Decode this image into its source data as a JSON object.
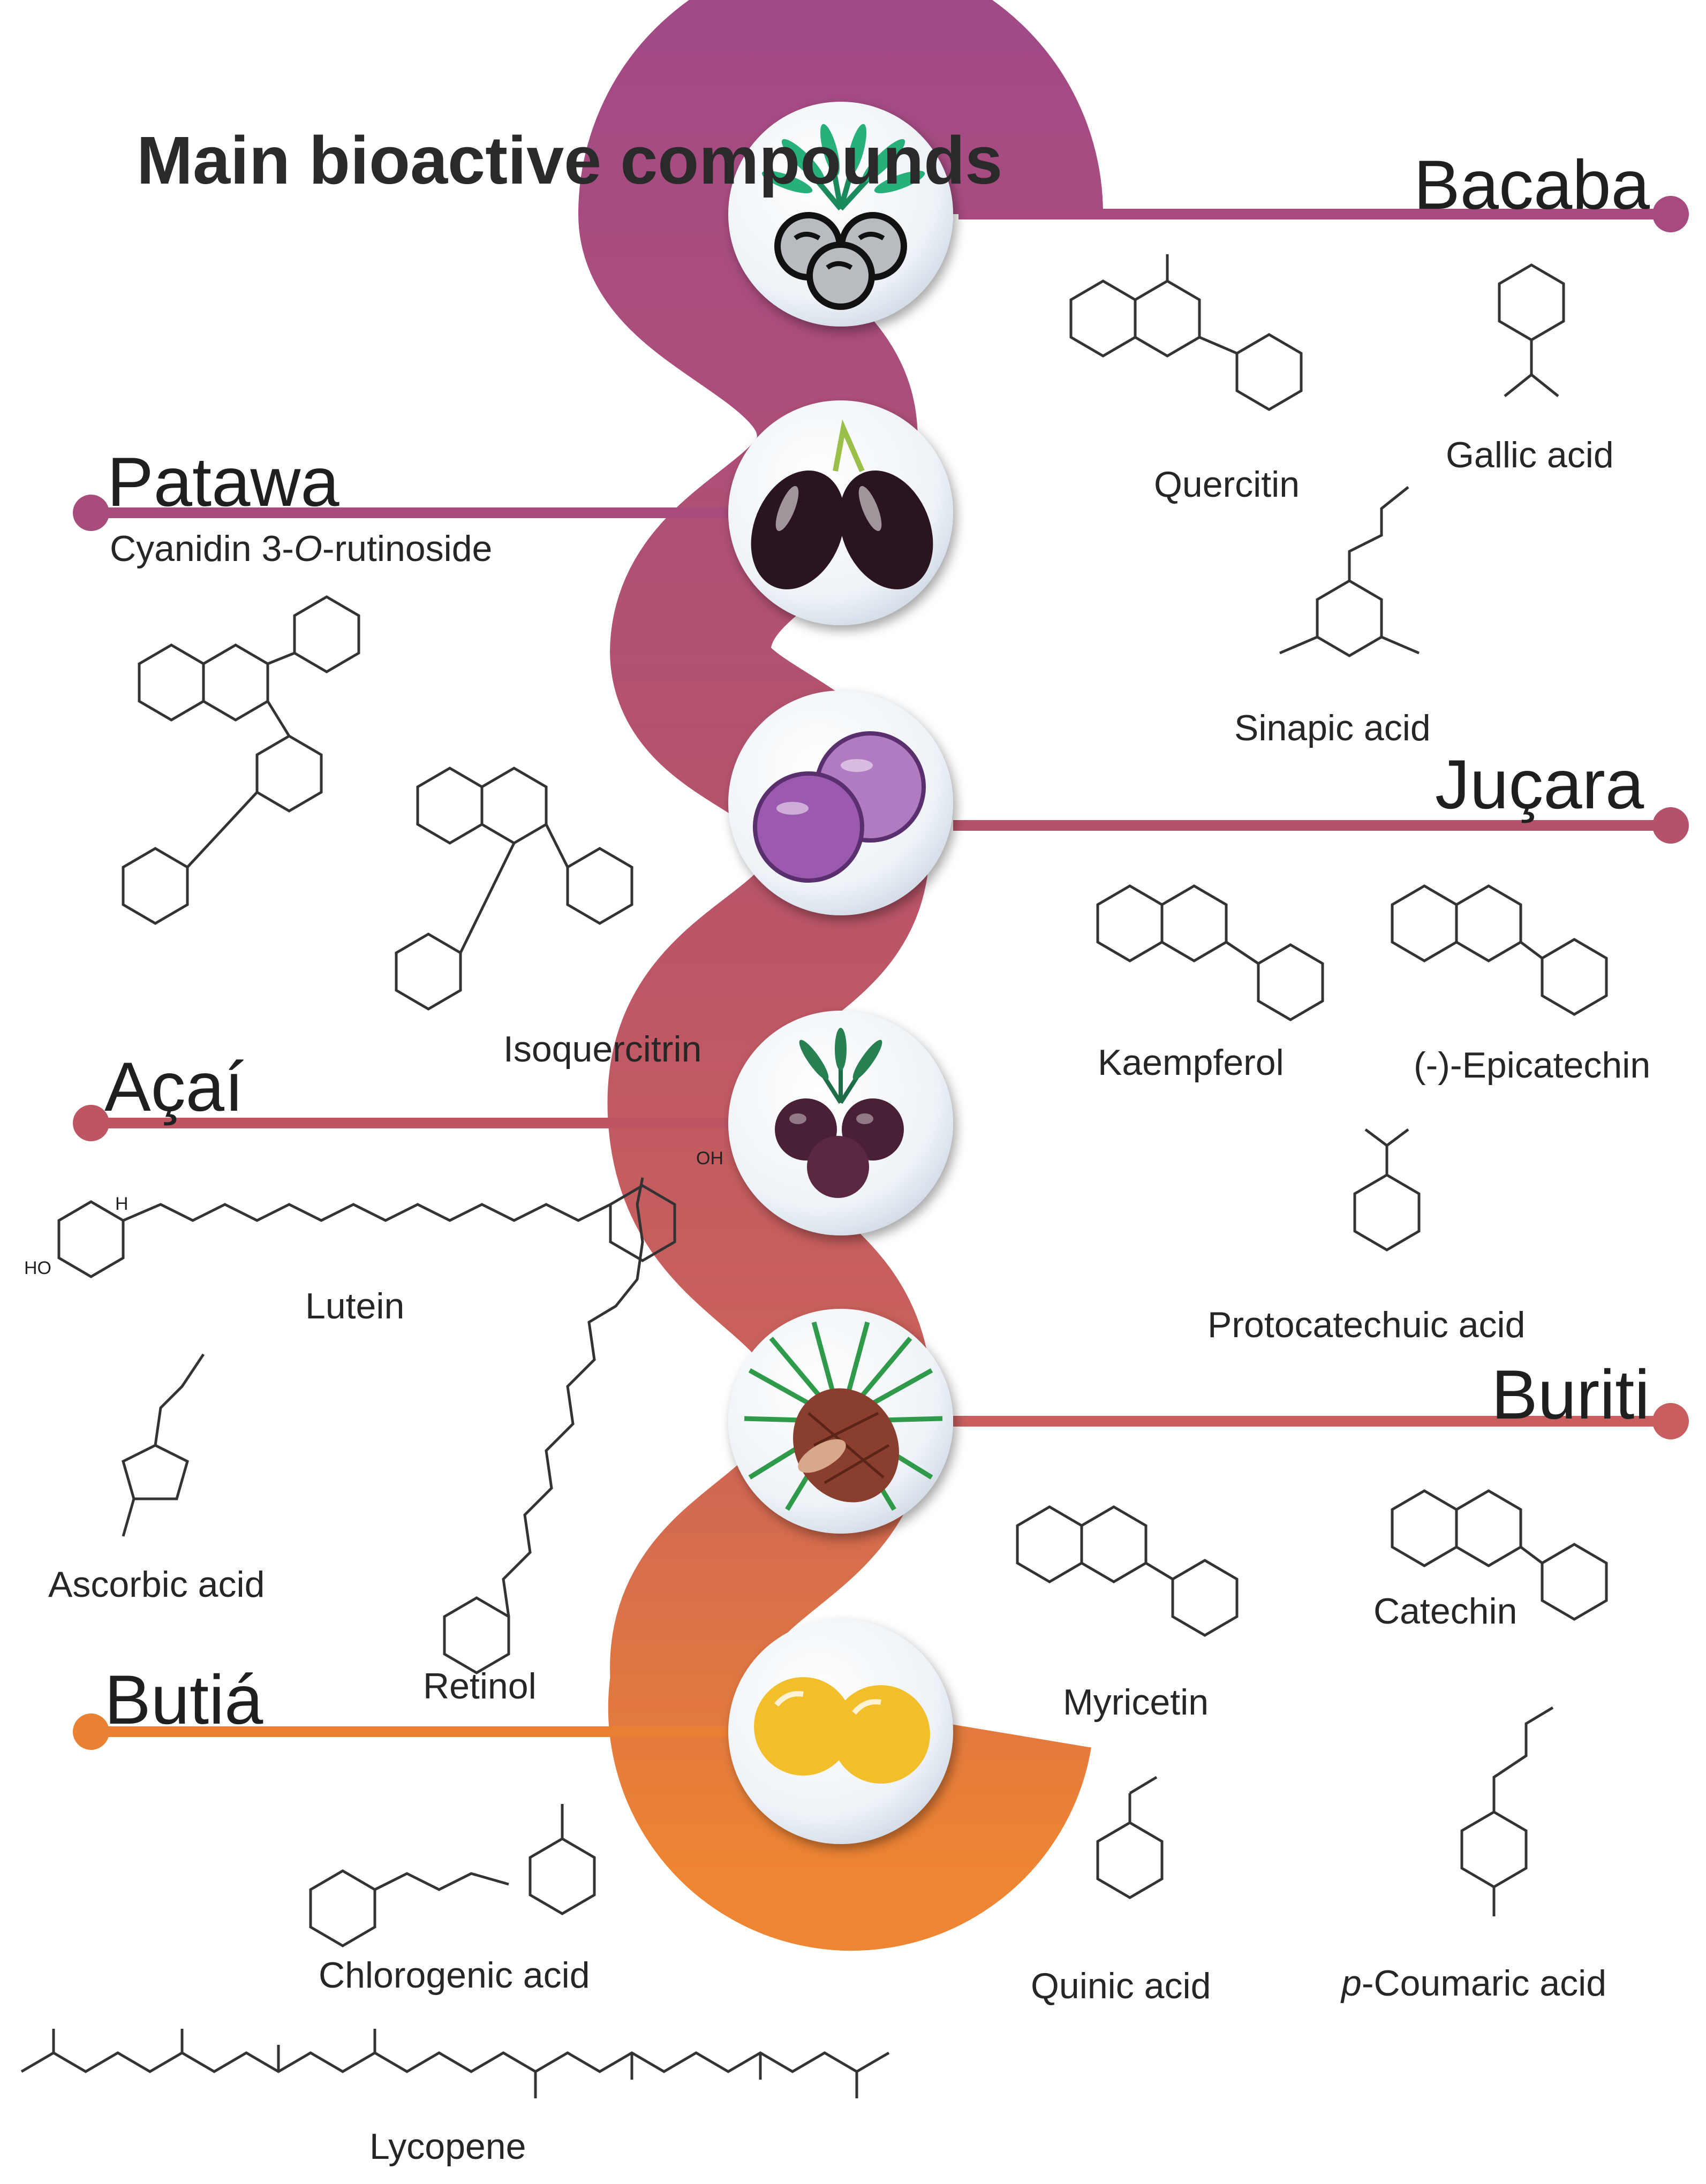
{
  "title": "Main bioactive compounds",
  "fruits": [
    {
      "name": "Bacaba",
      "color": "#a74a82"
    },
    {
      "name": "Patawa",
      "color": "#a84c7c"
    },
    {
      "name": "Juçara",
      "color": "#b4526a"
    },
    {
      "name": "Açaí",
      "color": "#bd5563"
    },
    {
      "name": "Buriti",
      "color": "#c85e5f"
    },
    {
      "name": "Butiá",
      "color": "#e98133"
    }
  ],
  "compounds": {
    "quercitin": "Quercitin",
    "gallic_acid": "Gallic acid",
    "sinapic_acid": "Sinapic acid",
    "cyanidin_pre": "Cyanidin 3-",
    "cyanidin_o": "O",
    "cyanidin_post": "-rutinoside",
    "isoquercitrin": "Isoquercitrin",
    "kaempferol": "Kaempferol",
    "epicatechin": "(-)-Epicatechin",
    "protocatechuic_acid": "Protocatechuic acid",
    "lutein": "Lutein",
    "ascorbic_acid": "Ascorbic acid",
    "retinol": "Retinol",
    "myricetin": "Myricetin",
    "catechin": "Catechin",
    "chlorogenic_acid": "Chlorogenic acid",
    "quinic_acid": "Quinic acid",
    "p_coumaric_pre": "p",
    "p_coumaric_post": "-Coumaric acid",
    "lycopene": "Lycopene"
  },
  "structure_labels": {
    "oh": "OH",
    "ho": "HO",
    "h": "H"
  }
}
